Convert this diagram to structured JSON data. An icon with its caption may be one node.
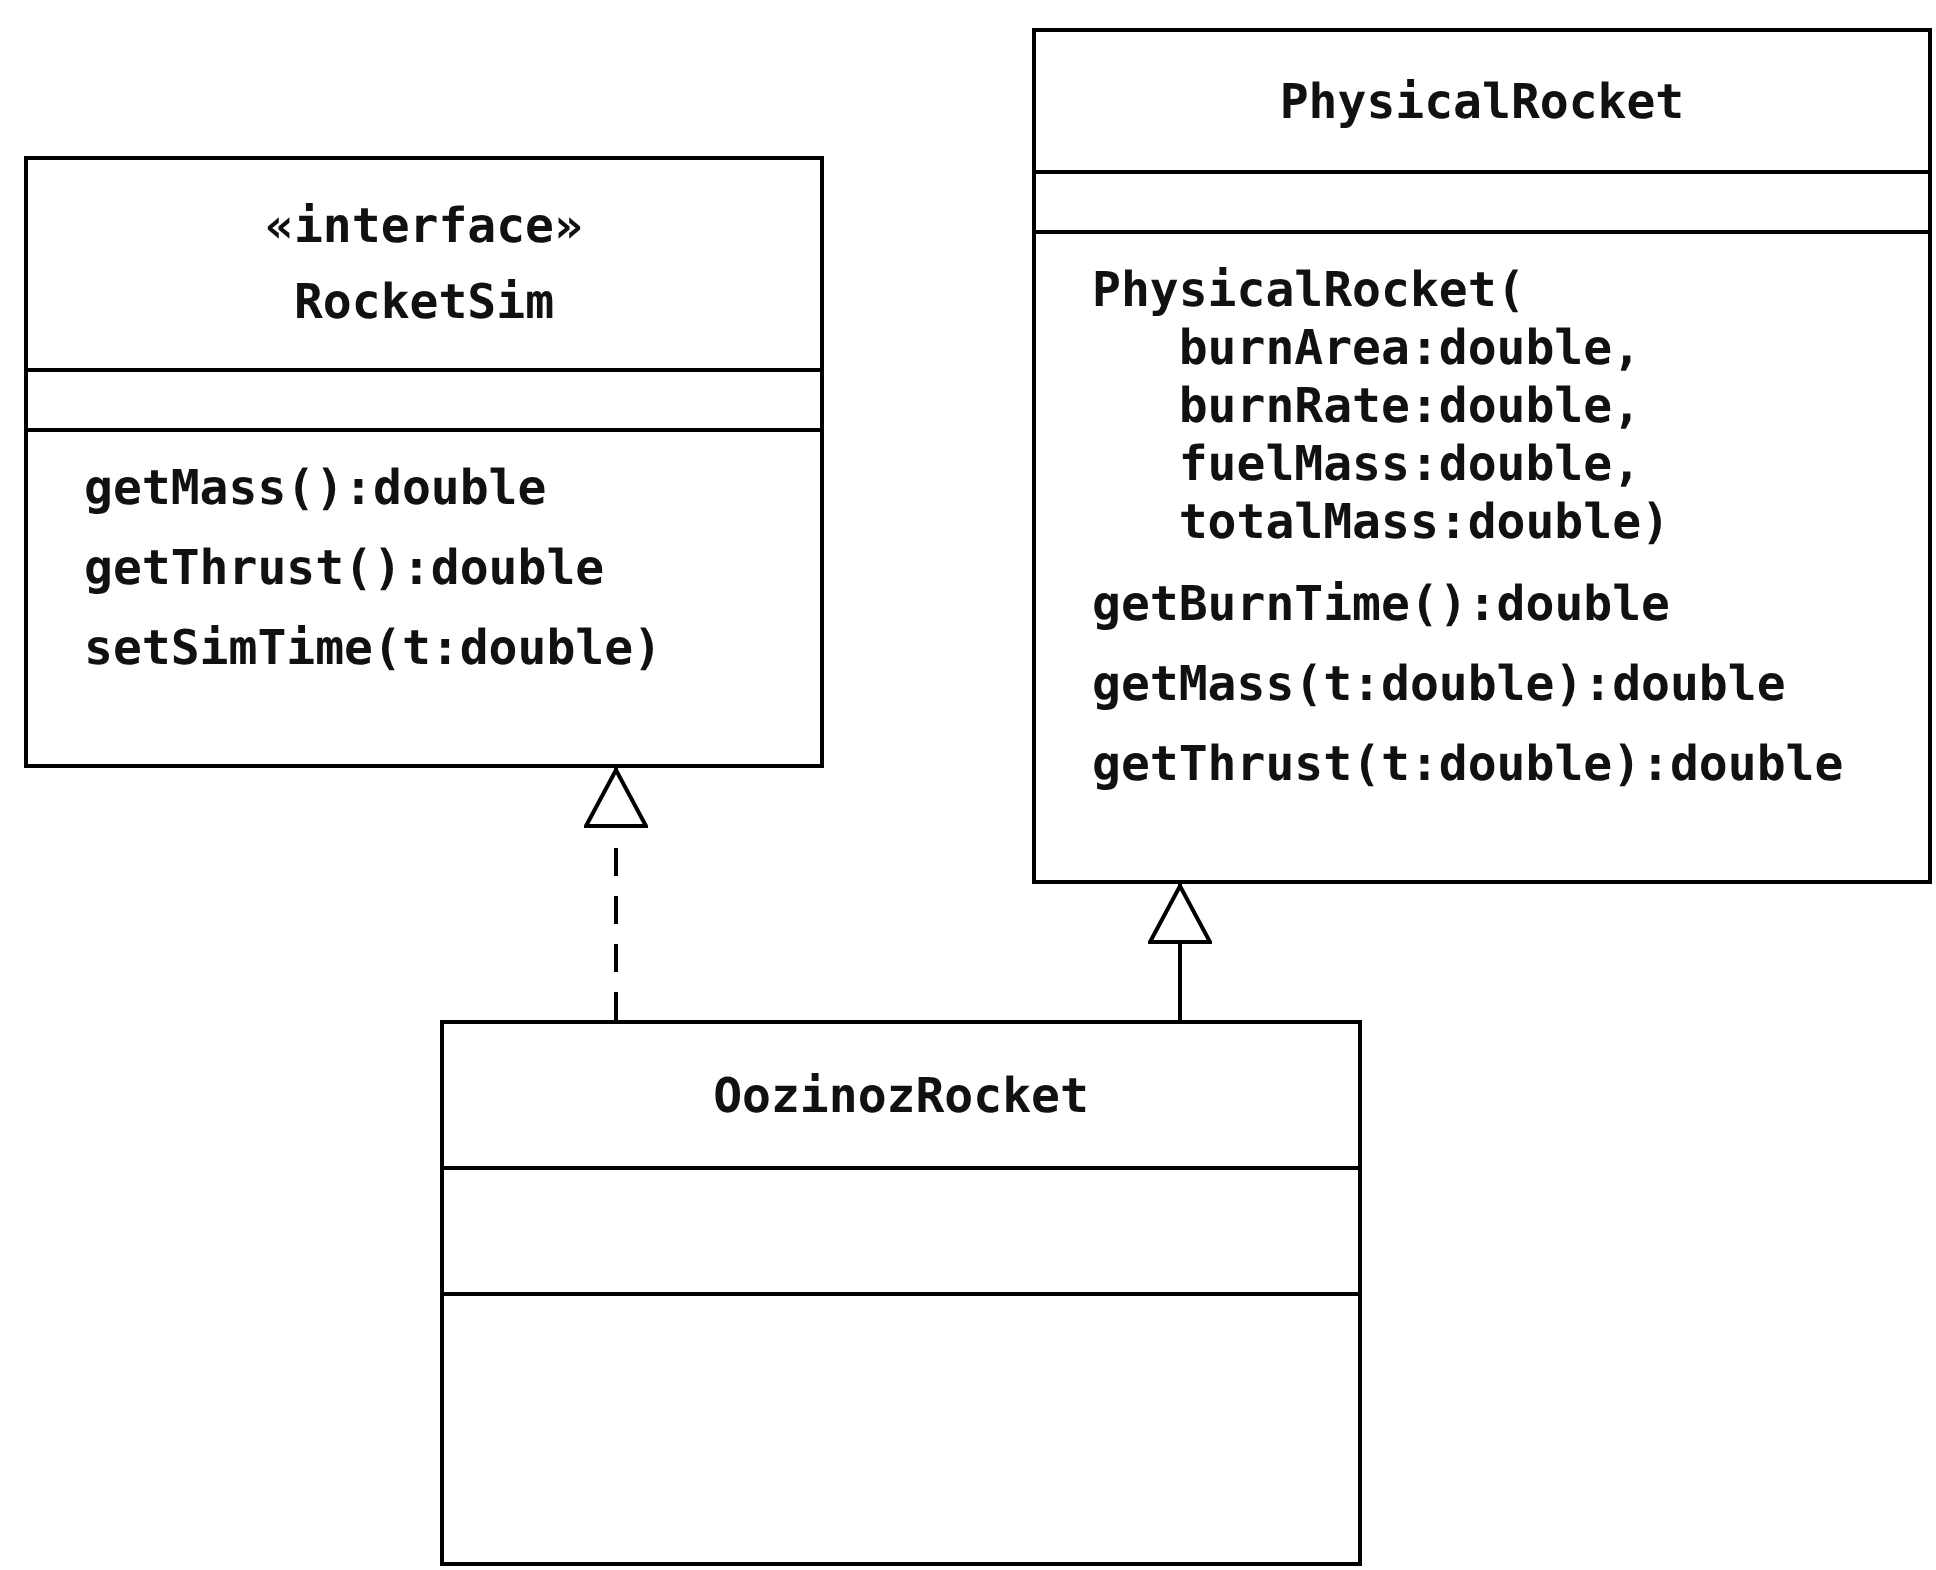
{
  "diagram": {
    "nodes": [
      {
        "text": [
          "«interface»",
          "RocketSim",
          "getMass():double",
          "getThrust():double",
          "setSimTime(t:double)"
        ]
      },
      {
        "text": [
          "PhysicalRocket",
          "PhysicalRocket( burnArea:double, burnRate:double, fuelMass:double, totalMass:double)",
          "getBurnTime():double",
          "getMass(t:double):double",
          "getThrust(t:double):double"
        ]
      },
      {
        "text": [
          "OozinozRocket"
        ]
      }
    ],
    "edges": [
      {
        "from": 2,
        "to": 0,
        "arrow": "to",
        "style": "dashed"
      },
      {
        "from": 2,
        "to": 1,
        "arrow": "to"
      }
    ]
  }
}
